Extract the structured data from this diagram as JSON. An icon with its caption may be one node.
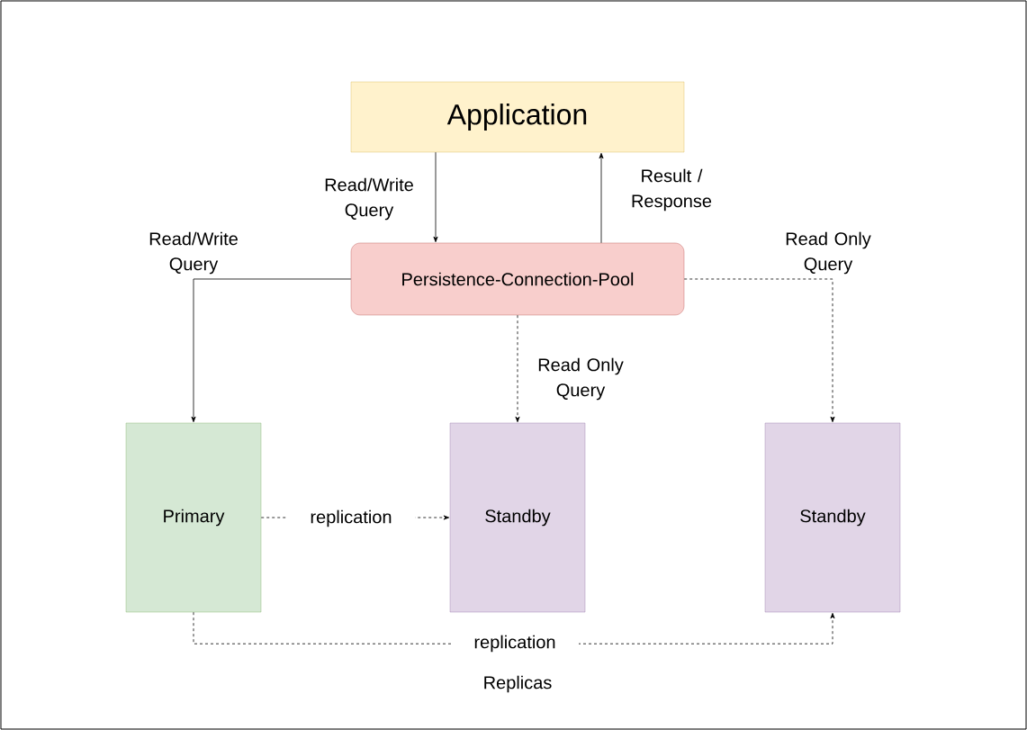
{
  "diagram": {
    "caption": "Replicas",
    "nodes": [
      {
        "text": [
          "Application"
        ]
      },
      {
        "text": [
          "Persistence-Connection-Pool"
        ]
      },
      {
        "text": [
          "Primary"
        ]
      },
      {
        "text": [
          "Standby"
        ]
      },
      {
        "text": [
          "Standby"
        ]
      }
    ],
    "edges": [
      {
        "from": 0,
        "to": 1,
        "arrow": "to",
        "label": "Read/Write Query"
      },
      {
        "from": 1,
        "to": 0,
        "arrow": "to",
        "label": "Result / Response"
      },
      {
        "from": 1,
        "to": 2,
        "arrow": "to",
        "label": "Read/Write Query"
      },
      {
        "from": 1,
        "to": 3,
        "arrow": "to",
        "label": "Read Only Query",
        "style": "dashed"
      },
      {
        "from": 1,
        "to": 4,
        "arrow": "to",
        "label": "Read Only Query",
        "style": "dashed"
      },
      {
        "from": 2,
        "to": 3,
        "arrow": "to",
        "label": "replication",
        "style": "dashed"
      },
      {
        "from": 2,
        "to": 4,
        "arrow": "to",
        "label": "replication",
        "style": "dashed"
      }
    ]
  }
}
